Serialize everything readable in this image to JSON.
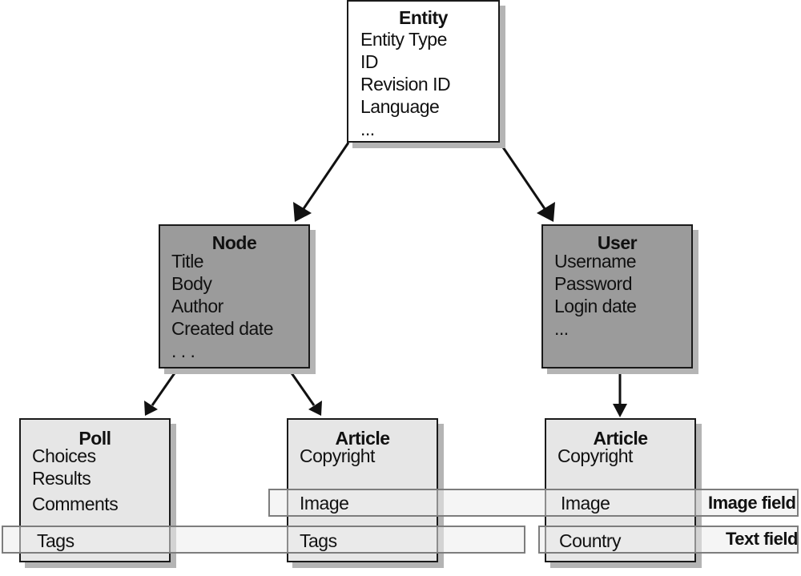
{
  "entity": {
    "title": "Entity",
    "fields": [
      "Entity Type",
      "ID",
      "Revision ID",
      "Language",
      "..."
    ]
  },
  "node": {
    "title": "Node",
    "fields": [
      "Title",
      "Body",
      "Author",
      "Created date",
      ". . ."
    ]
  },
  "user": {
    "title": "User",
    "fields": [
      "Username",
      "Password",
      "Login date",
      "..."
    ]
  },
  "poll": {
    "title": "Poll",
    "fields": [
      "Choices",
      "Results",
      "Comments",
      "Tags"
    ]
  },
  "article_node": {
    "title": "Article",
    "fields": [
      "Copyright",
      "Image",
      "Tags"
    ]
  },
  "article_user": {
    "title": "Article",
    "fields": [
      "Copyright",
      "Image",
      "Country"
    ]
  },
  "bands": {
    "image_field_label": "Image field",
    "text_field_label": "Text field"
  },
  "colors": {
    "base_box": "#ffffff",
    "mid_box": "#9b9b9b",
    "leaf_box": "#e6e6e6",
    "shadow": "#b4b4b4",
    "band_border": "#7d7d7d"
  }
}
